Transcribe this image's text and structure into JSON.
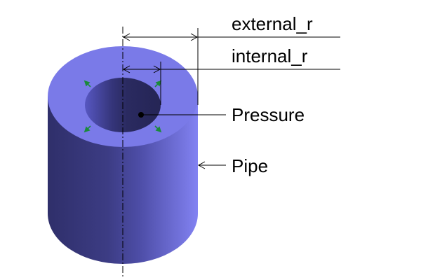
{
  "diagram": {
    "labels": {
      "external_r": "external_r",
      "internal_r": "internal_r",
      "pressure": "Pressure",
      "pipe": "Pipe"
    },
    "colors": {
      "top_face": "#7878e6",
      "body_dark": "#2e2e66",
      "body_mid": "#4a4aa2",
      "body_light": "#7e7ef0",
      "line": "#000000",
      "arrow_green": "#1a8a3a"
    }
  }
}
